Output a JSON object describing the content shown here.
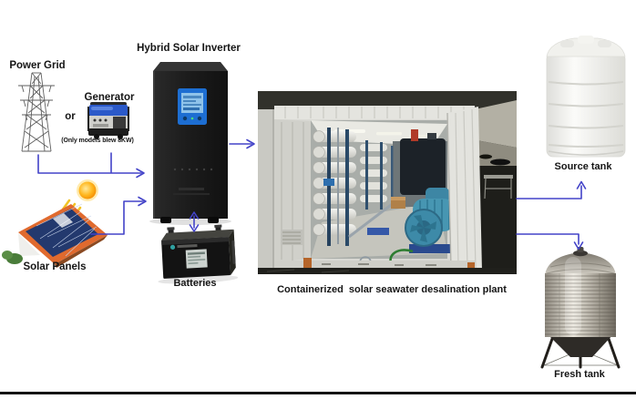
{
  "diagram": {
    "type": "system-flow-diagram",
    "caption": "Containerized  solar seawater desalination plant",
    "nodes": {
      "power_grid": {
        "label": "Power Grid",
        "image": "transmission-tower"
      },
      "generator": {
        "label": "Generator",
        "note": "(Only models blew 8KW)",
        "image": "portable-generator"
      },
      "or_text": "or",
      "inverter": {
        "label": "Hybrid Solar Inverter",
        "image": "black-tower-inverter-with-blue-lcd"
      },
      "solar_panels": {
        "label": "Solar Panels",
        "image": "rooftop-pv-array-with-sun"
      },
      "batteries": {
        "label": "Batteries",
        "image": "black-lead-acid-battery"
      },
      "plant": {
        "label": "Containerized  solar seawater desalination plant",
        "image": "container-reverse-osmosis-plant-photo"
      },
      "source_tank": {
        "label": "Source tank",
        "image": "white-plastic-water-tank"
      },
      "fresh_tank": {
        "label": "Fresh tank",
        "image": "stainless-steel-water-tank-on-legs"
      }
    },
    "connections": [
      "power-grid -> inverter",
      "generator -> inverter",
      "solar-panels -> inverter",
      "inverter <-> batteries",
      "inverter -> desalination-plant",
      "desalination-plant -> source-tank",
      "desalination-plant -> fresh-tank"
    ],
    "colors": {
      "arrow": "#4343c8",
      "background": "#ffffff",
      "label_text": "#151515",
      "bottom_border": "#141414",
      "sun": "#ff9d00",
      "roof": "#e06a2e",
      "pv_panel": "#2e4f96",
      "generator_blue": "#2b59c9",
      "inverter_body": "#1d1d1d",
      "lcd_blue": "#1d6ed2",
      "pump_teal": "#3d8aa8"
    }
  }
}
